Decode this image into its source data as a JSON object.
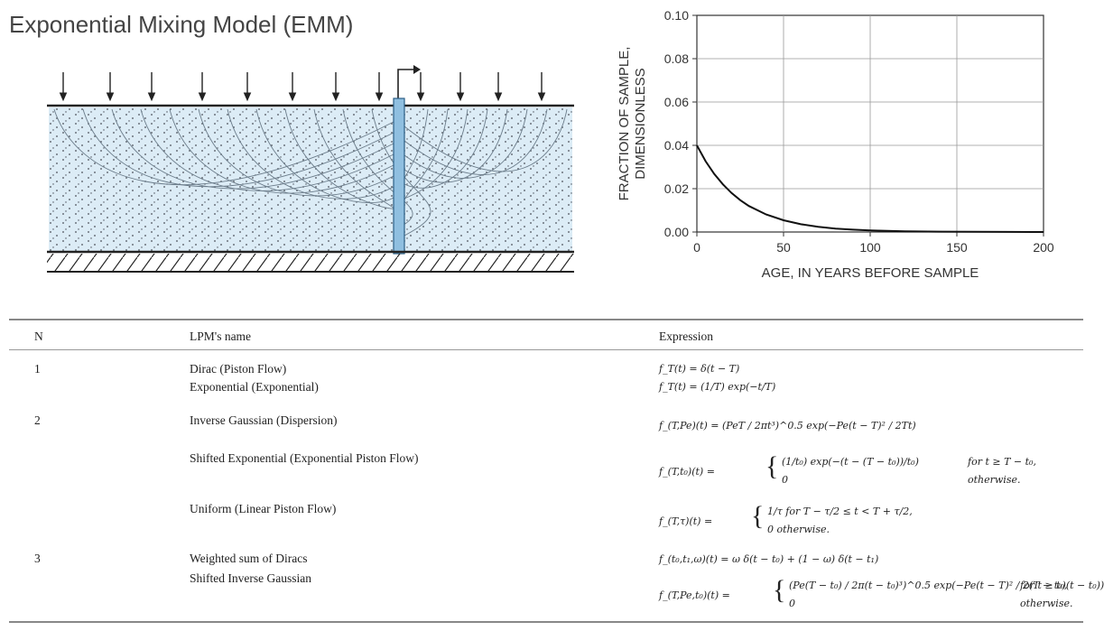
{
  "title": "Exponential Mixing Model (EMM)",
  "chart_data": {
    "type": "line",
    "xlabel": "AGE, IN YEARS BEFORE SAMPLE",
    "ylabel_line1": "FRACTION OF SAMPLE,",
    "ylabel_line2": "DIMENSIONLESS",
    "xlim": [
      0,
      200
    ],
    "ylim": [
      0,
      0.1
    ],
    "x_ticks": [
      "0",
      "50",
      "100",
      "150",
      "200"
    ],
    "y_ticks": [
      "0.00",
      "0.02",
      "0.04",
      "0.06",
      "0.08",
      "0.10"
    ],
    "grid": true,
    "series": [
      {
        "x": [
          0,
          5,
          10,
          15,
          20,
          25,
          30,
          40,
          50,
          60,
          70,
          80,
          90,
          100,
          120,
          140,
          160,
          180,
          200
        ],
        "y": [
          0.04,
          0.0327,
          0.0268,
          0.022,
          0.018,
          0.0147,
          0.012,
          0.0081,
          0.0054,
          0.0036,
          0.0024,
          0.0016,
          0.0011,
          0.0007,
          0.0003,
          0.00015,
          7e-05,
          3e-05,
          1e-05
        ]
      }
    ]
  },
  "table": {
    "headers": {
      "n": "N",
      "name": "LPM's name",
      "expr": "Expression"
    },
    "rows": [
      {
        "n": "1",
        "name": "Dirac (Piston Flow)",
        "expr": "f_T(t) = δ(t − T)"
      },
      {
        "n": "",
        "name": "Exponential (Exponential)",
        "expr": "f_T(t) = (1/T) exp(−t/T)"
      },
      {
        "n": "2",
        "name": "Inverse Gaussian (Dispersion)",
        "expr": "f_(T,Pe)(t) = (PeT / 2πt³)^0.5 exp(−Pe(t − T)² / 2Tt)"
      },
      {
        "n": "",
        "name": "Shifted Exponential (Exponential Piston Flow)",
        "expr_a": "(1/t₀) exp(−(t − (T − t₀))/t₀)",
        "cond_a": "for t ≥ T − t₀,",
        "expr_b": "0",
        "cond_b": "otherwise.",
        "lhs": "f_(T,t₀)(t) ="
      },
      {
        "n": "",
        "name": "Uniform (Linear Piston Flow)",
        "expr_a": "1/τ   for T − τ/2 ≤ t < T + τ/2,",
        "expr_b": "0   otherwise.",
        "lhs": "f_(T,τ)(t) ="
      },
      {
        "n": "3",
        "name": "Weighted sum of Diracs",
        "expr": "f_(t₀,t₁,ω)(t) = ω δ(t − t₀) + (1 − ω) δ(t − t₁)"
      },
      {
        "n": "",
        "name": "Shifted Inverse Gaussian",
        "expr_a": "(Pe(T − t₀) / 2π(t − t₀)³)^0.5 exp(−Pe(t − T)² / 2(T − t₀)(t − t₀))",
        "cond_a": "for t ≥ t₀,",
        "expr_b": "0",
        "cond_b": "otherwise.",
        "lhs": "f_(T,Pe,t₀)(t) ="
      }
    ]
  }
}
